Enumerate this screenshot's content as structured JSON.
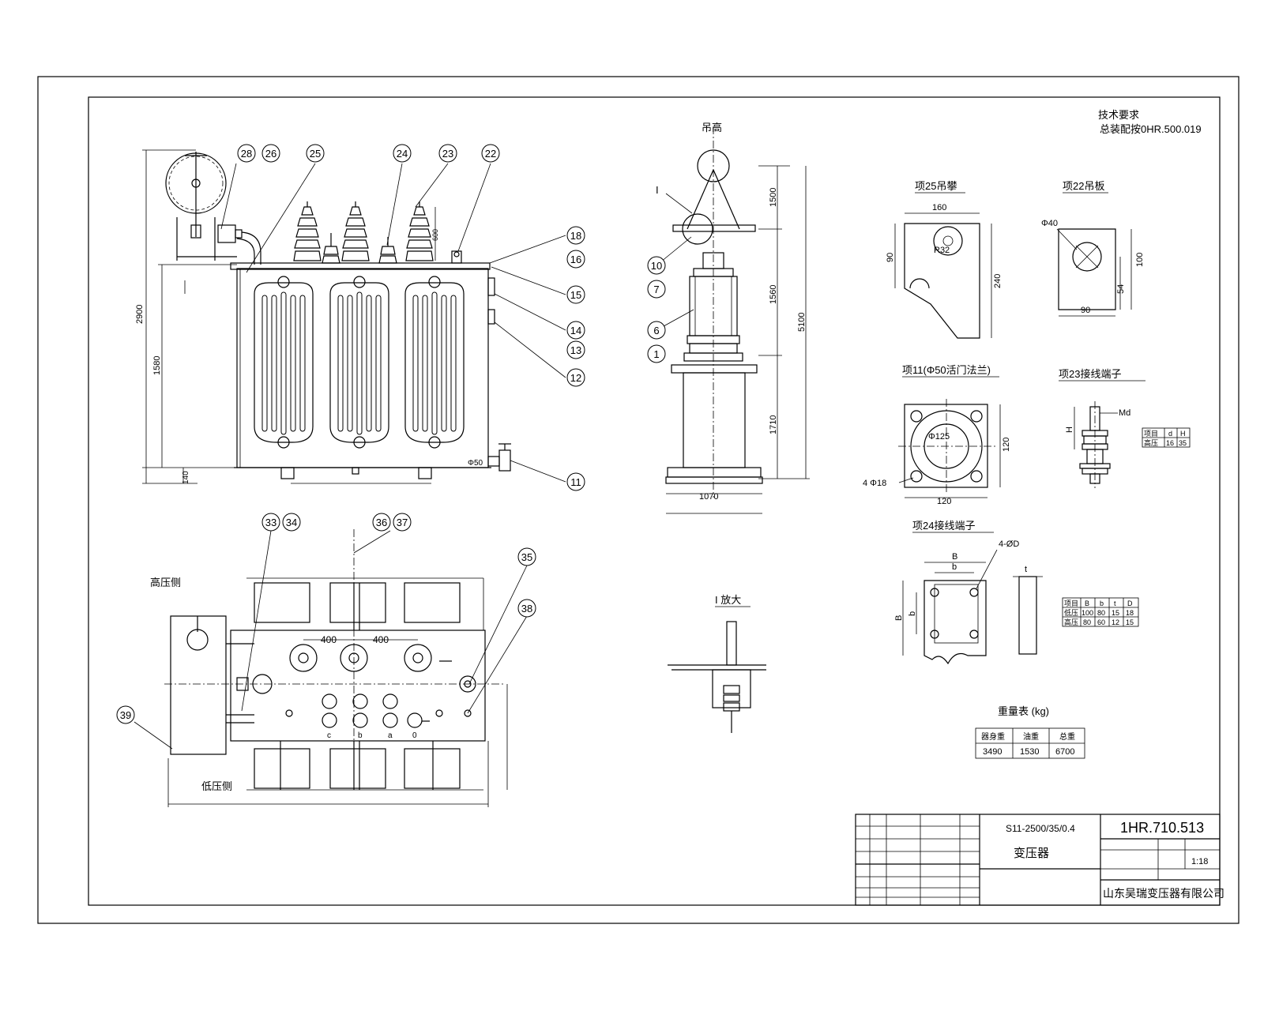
{
  "tech_req": {
    "title": "技术要求",
    "line1": "总装配按0HR.500.019"
  },
  "callouts_main": [
    "28",
    "26",
    "25",
    "24",
    "23",
    "22",
    "18",
    "16",
    "15",
    "14",
    "13",
    "12",
    "11"
  ],
  "callouts_side": [
    "10",
    "7",
    "6",
    "1"
  ],
  "callouts_plan": [
    "33",
    "34",
    "36",
    "37",
    "35",
    "38",
    "39"
  ],
  "front_dims": {
    "height_total": "2900",
    "body_height": "1580",
    "base": "140",
    "insulator": "600"
  },
  "side_view": {
    "top_label": "吊高",
    "detail_mark": "I",
    "dims": [
      "1500",
      "1560",
      "1710",
      "5100"
    ],
    "base_width": "1070"
  },
  "detail_I": {
    "label": "I 放大"
  },
  "plan_view": {
    "hv_side": "高压侧",
    "lv_side": "低压侧",
    "spacing": [
      "400",
      "400"
    ],
    "phase_labels": [
      "c",
      "b",
      "a",
      "0"
    ]
  },
  "item25": {
    "title": "项25吊攀",
    "dims": [
      "160",
      "90",
      "R32",
      "240"
    ]
  },
  "item22": {
    "title": "项22吊板",
    "dims": [
      "Φ40",
      "100",
      "54",
      "90"
    ]
  },
  "item11": {
    "title": "项11(Φ50活门法兰)",
    "dims": [
      "Φ125",
      "120",
      "120",
      "4 Φ18"
    ]
  },
  "item23": {
    "title": "项23接线端子",
    "dims": [
      "Md",
      "H"
    ],
    "table": {
      "headers": [
        "项目",
        "d",
        "H"
      ],
      "rows": [
        [
          "高压",
          "16",
          "35"
        ]
      ]
    }
  },
  "item24": {
    "title": "项24接线端子",
    "dims": [
      "4-ØD",
      "B",
      "b",
      "B",
      "b",
      "t"
    ],
    "table": {
      "headers": [
        "项目",
        "B",
        "b",
        "t",
        "D"
      ],
      "rows": [
        [
          "低压",
          "100",
          "80",
          "15",
          "18"
        ],
        [
          "高压",
          "80",
          "60",
          "12",
          "15"
        ]
      ]
    }
  },
  "weight_table": {
    "title": "重量表 (kg)",
    "headers": [
      "器身重",
      "油重",
      "总重"
    ],
    "values": [
      "3490",
      "1530",
      "6700"
    ]
  },
  "title_block": {
    "model": "S11-2500/35/0.4",
    "drawing_no": "1HR.710.513",
    "name": "变压器",
    "scale": "1:18",
    "company": "山东吴瑞变压器有限公司"
  }
}
